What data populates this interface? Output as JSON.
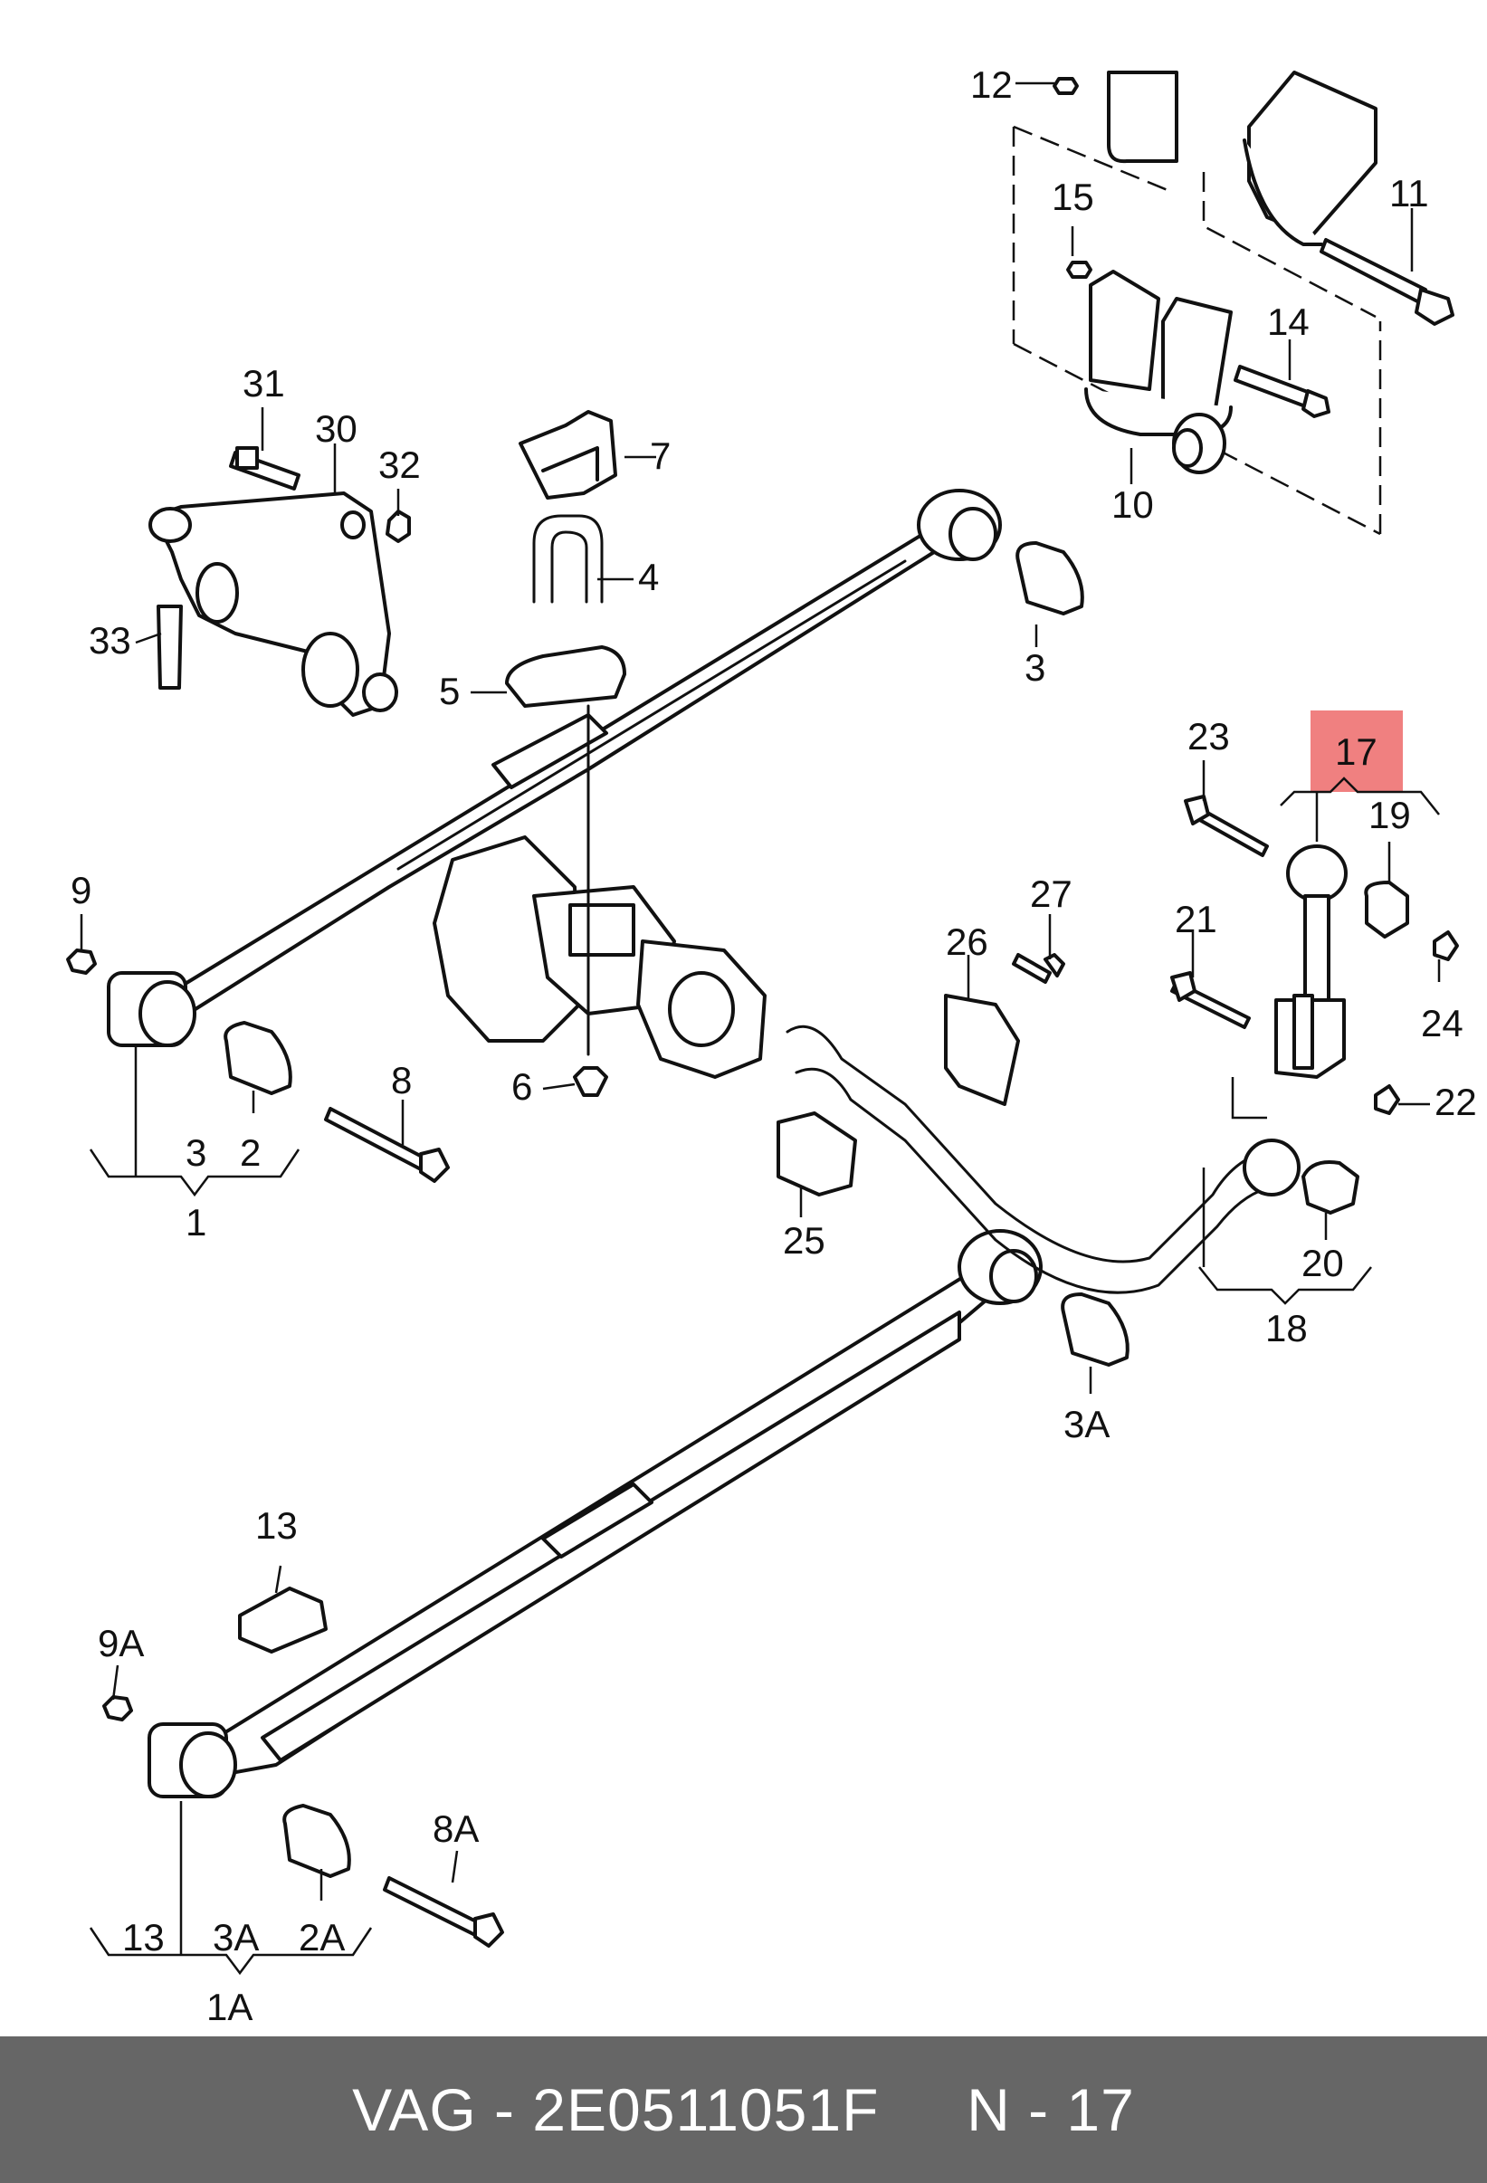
{
  "labels": {
    "p1": "1",
    "p1A": "1A",
    "p2": "2",
    "p2A": "2A",
    "p3a": "3",
    "p3b": "3",
    "p3A_top": "3A",
    "p3A_bot": "3A",
    "p4": "4",
    "p5": "5",
    "p6": "6",
    "p7": "7",
    "p8": "8",
    "p8A": "8A",
    "p9": "9",
    "p9A": "9A",
    "p10": "10",
    "p11": "11",
    "p12": "12",
    "p13a": "13",
    "p13b": "13",
    "p14": "14",
    "p15": "15",
    "p17": "17",
    "p18": "18",
    "p19": "19",
    "p20": "20",
    "p21": "21",
    "p22": "22",
    "p23": "23",
    "p24": "24",
    "p25": "25",
    "p26": "26",
    "p27": "27",
    "p30": "30",
    "p31": "31",
    "p32": "32",
    "p33": "33"
  },
  "highlight": {
    "label": "17",
    "color": "#f08080"
  },
  "footer": {
    "text": "VAG - 2E0511051F     N - 17"
  },
  "colors": {
    "line": "#111111",
    "footer_bg": "#666666",
    "footer_text": "#ffffff",
    "highlight": "#f08080"
  }
}
